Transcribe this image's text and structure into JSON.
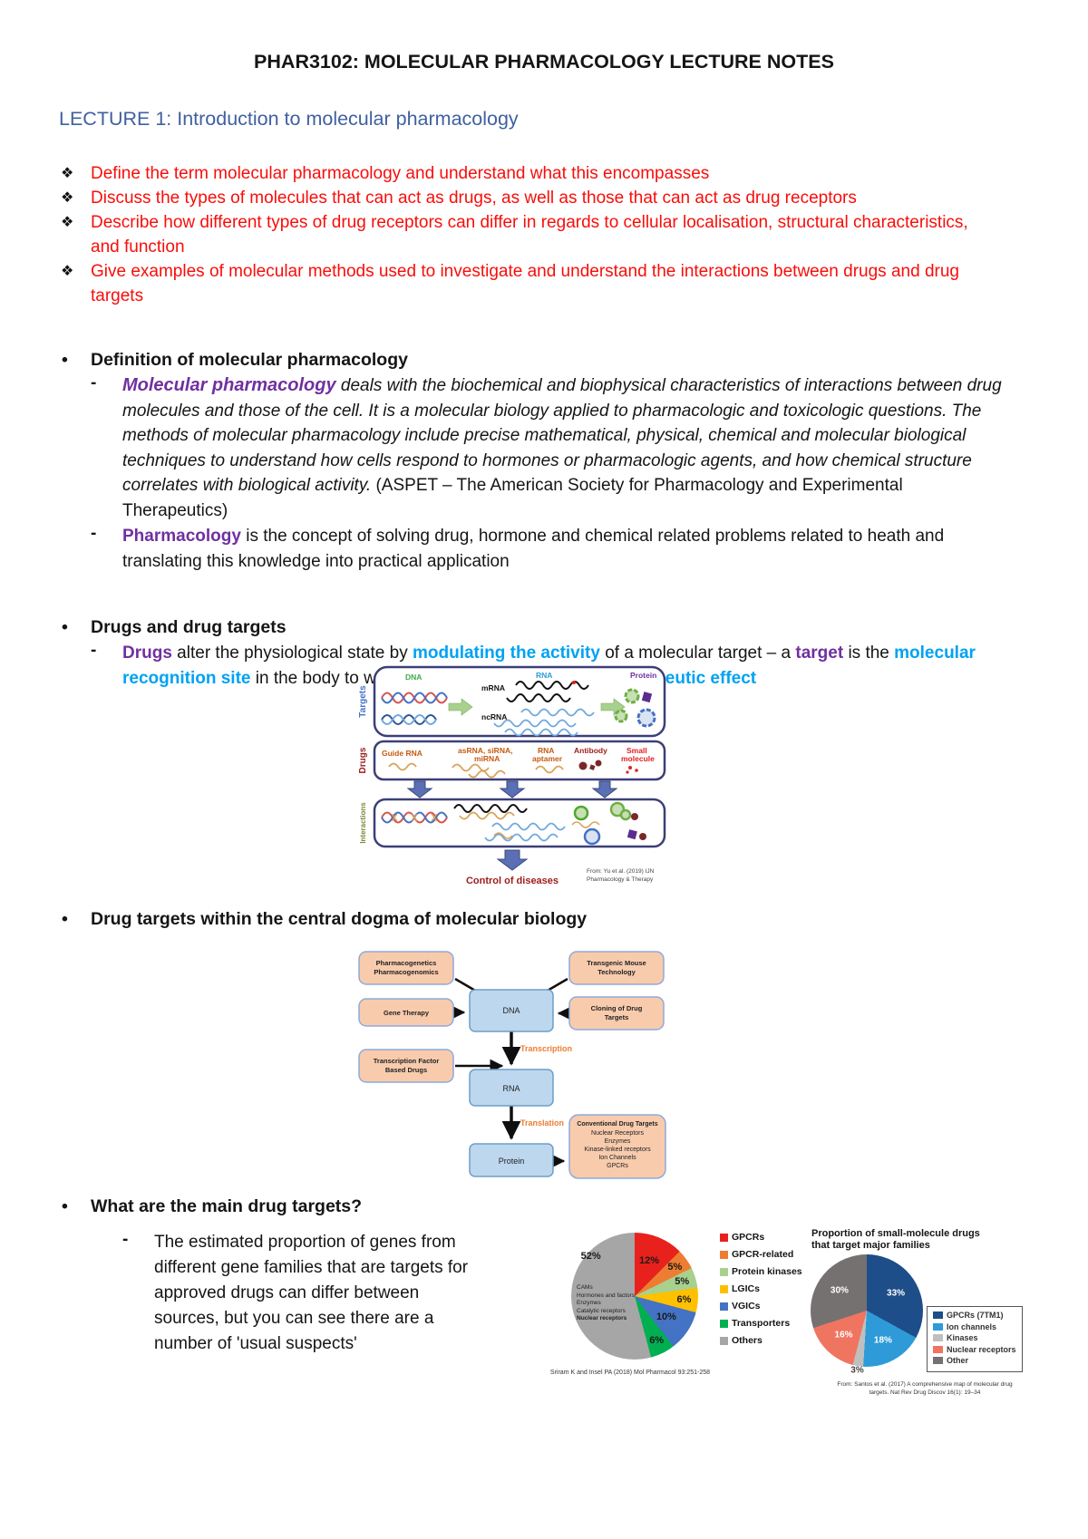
{
  "page_title": "PHAR3102: MOLECULAR PHARMACOLOGY LECTURE NOTES",
  "lecture_heading": "LECTURE 1: Introduction to molecular pharmacology",
  "bullets": {
    "diamond": "❖",
    "dot": "•",
    "dash": "-"
  },
  "objectives": [
    "Define the term molecular pharmacology and understand what this encompasses",
    "Discuss the types of molecules that can act as drugs, as well as those that can act as drug receptors",
    "Describe how different types of drug receptors can differ in regards to cellular localisation, structural characteristics, and function",
    "Give examples of molecular methods used to investigate and understand the interactions between drugs and drug targets"
  ],
  "definition_section": {
    "heading": "Definition of molecular pharmacology",
    "term1": "Molecular pharmacology",
    "term1_body_italic": "deals with the biochemical and biophysical characteristics of interactions between drug molecules and those of the cell. It is a molecular biology applied to pharmacologic and toxicologic questions. The methods of molecular pharmacology include precise mathematical, physical, chemical and molecular biological techniques to understand how cells respond to hormones or pharmacologic agents, and how chemical structure correlates with biological activity.",
    "term1_body_regular": "(ASPET – The American Society for Pharmacology and Experimental Therapeutics)",
    "term2": "Pharmacology",
    "term2_body": "is the concept of solving drug, hormone and chemical related problems related to heath and translating this knowledge into practical application"
  },
  "drugs_section": {
    "heading": "Drugs and drug targets",
    "seg1": "Drugs",
    "seg2": " alter the physiological state by ",
    "seg3": "modulating the activity",
    "seg4": " of a molecular target – a ",
    "seg5": "target",
    "seg6": " is the ",
    "seg7": "molecular recognition site",
    "seg8": " in the body to which a drug binds to produce a ",
    "seg9": "therapeutic effect"
  },
  "figure1": {
    "row_labels": {
      "targets": "Targets",
      "drugs": "Drugs",
      "interactions": "Interactions"
    },
    "labels": {
      "dna": "DNA",
      "rna": "RNA",
      "mrna": "mRNA",
      "ncrna": "ncRNA",
      "protein": "Protein",
      "guide_rna": "Guide RNA",
      "asrna": "asRNA, siRNA,",
      "mirna": "miRNA",
      "rna_apt1": "RNA",
      "rna_apt2": "aptamer",
      "antibody": "Antibody",
      "small1": "Small",
      "small2": "molecule"
    },
    "control_of_diseases": "Control of diseases",
    "credit_line1": "From: Yu et al. (2019) IJN",
    "credit_line2": "Pharmacology & Therapy"
  },
  "dogma_heading": "Drug targets within the central dogma of molecular biology",
  "figure2": {
    "pharmacogenetics_line1": "Pharmacogenetics",
    "pharmacogenetics_line2": "Pharmacogenomics",
    "transgenic_line1": "Transgenic Mouse",
    "transgenic_line2": "Technology",
    "gene_therapy": "Gene Therapy",
    "dna": "DNA",
    "cloning_line1": "Cloning of Drug",
    "cloning_line2": "Targets",
    "tf_line1": "Transcription Factor",
    "tf_line2": "Based Drugs",
    "transcription": "Transcription",
    "rna": "RNA",
    "translation": "Translation",
    "protein": "Protein",
    "conventional": [
      "Conventional Drug Targets",
      "Nuclear Receptors",
      "Enzymes",
      "Kinase-linked receptors",
      "Ion Channels",
      "GPCRs"
    ]
  },
  "targets_section": {
    "heading": "What are the main drug targets?",
    "lines": [
      "The estimated proportion of genes from",
      "different gene families that are targets for",
      "approved drugs can differ between",
      "sources, but you can see there are a",
      "number of 'usual suspects'"
    ]
  },
  "chart_data": [
    {
      "type": "pie",
      "title": "",
      "labels": [
        "GPCRs",
        "GPCR-related",
        "Protein kinases",
        "LGICs",
        "VGICs",
        "Transporters",
        "Others"
      ],
      "values": [
        12,
        5,
        5,
        6,
        10,
        6,
        52
      ],
      "percent_labels": [
        "12%",
        "5%",
        "5%",
        "6%",
        "10%",
        "6%",
        "52%"
      ],
      "colors": [
        "#e8211d",
        "#ed7d31",
        "#a9d18e",
        "#ffc000",
        "#4472c4",
        "#00b050",
        "#a6a6a6"
      ],
      "label_color": "#1a1a1a",
      "label_overrides": {
        "6": {
          "angle_deg": 312,
          "r_factor": 0.93
        }
      },
      "start_angle": "top",
      "direction": "clockwise",
      "legend_position": "right",
      "others_breakdown": [
        "CAMs",
        "Hormones and factors",
        "Enzymes",
        "Catalytic receptors",
        "Nuclear receptors"
      ],
      "caption": "Sriram K and Insel PA (2018) Mol Pharmacol 93:251-258"
    },
    {
      "type": "pie",
      "title_line1": "Proportion of small-molecule drugs",
      "title_line2": "that target major families",
      "labels": [
        "GPCRs (7TM1)",
        "Ion channels",
        "Kinases",
        "Nuclear receptors",
        "Other"
      ],
      "values": [
        33,
        18,
        3,
        16,
        30
      ],
      "percent_labels": [
        "33%",
        "18%",
        "3%",
        "16%",
        "30%"
      ],
      "colors": [
        "#1d4e89",
        "#2e9bd8",
        "#bfbfbf",
        "#ef7560",
        "#767171"
      ],
      "label_color": "#ffffff",
      "label_overrides": {
        "2": {
          "angle_deg": 189,
          "r_factor": 1.08,
          "color": "#444444"
        }
      },
      "start_angle": "top",
      "direction": "clockwise",
      "legend_position": "right",
      "legend_box": true,
      "caption_line1": "From: Santos et al. (2017) A comprehensive map of molecular drug",
      "caption_line2": "targets. Nat Rev Drug Discov 16(1): 19–34"
    }
  ]
}
